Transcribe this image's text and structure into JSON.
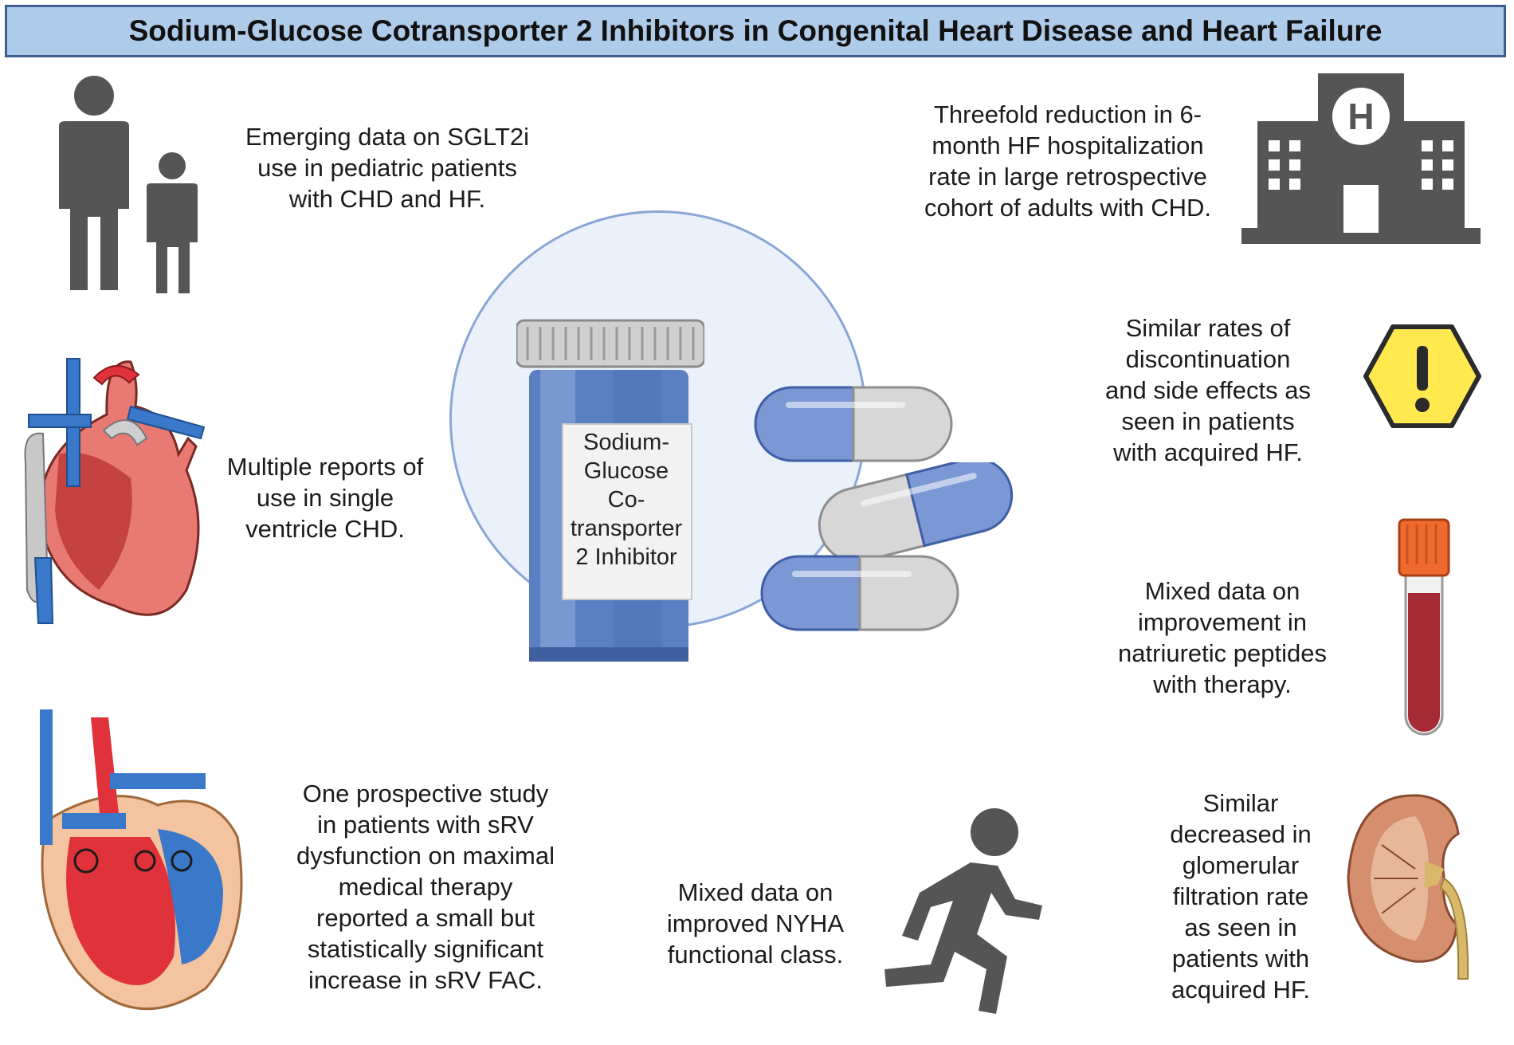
{
  "title": "Sodium-Glucose Cotransporter 2 Inhibitors in Congenital Heart Disease and Heart Failure",
  "center": {
    "bottle_label_lines": [
      "Sodium-",
      "Glucose",
      "Co-",
      "transporter",
      "2 Inhibitor"
    ]
  },
  "findings": {
    "pediatric": [
      "Emerging data on SGLT2i",
      "use in pediatric patients",
      "with CHD and HF."
    ],
    "single_ventricle": [
      "Multiple reports of",
      "use in single",
      "ventricle CHD."
    ],
    "srv": [
      "One prospective study",
      "in patients with sRV",
      "dysfunction on maximal",
      "medical therapy",
      "reported a small but",
      "statistically significant",
      "increase in sRV FAC."
    ],
    "nyha": [
      "Mixed data on",
      "improved NYHA",
      "functional class."
    ],
    "hospitalization": [
      "Threefold reduction in 6-",
      "month HF hospitalization",
      "rate in large retrospective",
      "cohort of adults with CHD."
    ],
    "side_effects": [
      "Similar rates of",
      "discontinuation",
      "and side effects as",
      "seen in patients",
      "with acquired HF."
    ],
    "peptides": [
      "Mixed data on",
      "improvement in",
      "natriuretic peptides",
      "with therapy."
    ],
    "gfr": [
      "Similar",
      "decreased in",
      "glomerular",
      "filtration rate",
      "as seen in",
      "patients with",
      "acquired HF."
    ]
  },
  "icons": {
    "pediatric": "adult-child-icon",
    "single_ventricle": "single-ventricle-heart-icon",
    "srv": "heart-anatomy-icon",
    "nyha": "running-person-icon",
    "hospitalization": "hospital-icon",
    "side_effects": "warning-icon",
    "peptides": "blood-tube-icon",
    "gfr": "kidney-icon",
    "bottle": "pill-bottle-icon",
    "capsule": "capsule-icon"
  },
  "colors": {
    "title_bg": "#aecbea",
    "title_border": "#3d5f8f",
    "circle_bg": "#eaf1fb",
    "icon_gray": "#555555",
    "warning_yellow": "#ffe94f",
    "blood": "#a52a33",
    "vessel_blue": "#3a78c9",
    "vessel_red": "#e0323a"
  }
}
